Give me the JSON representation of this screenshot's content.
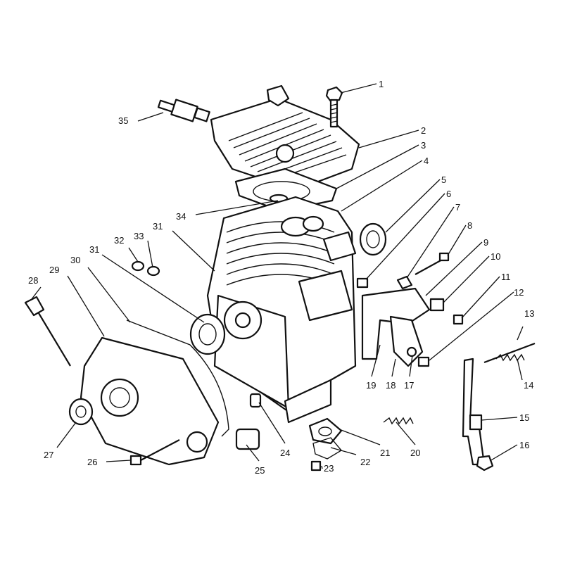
{
  "diagram": {
    "labels": [
      "1",
      "2",
      "3",
      "4",
      "5",
      "6",
      "7",
      "8",
      "9",
      "10",
      "11",
      "12",
      "13",
      "14",
      "15",
      "16",
      "17",
      "18",
      "19",
      "20",
      "21",
      "22",
      "23",
      "24",
      "25",
      "26",
      "27",
      "28",
      "29",
      "30",
      "31",
      "31",
      "32",
      "33",
      "34",
      "35"
    ]
  }
}
